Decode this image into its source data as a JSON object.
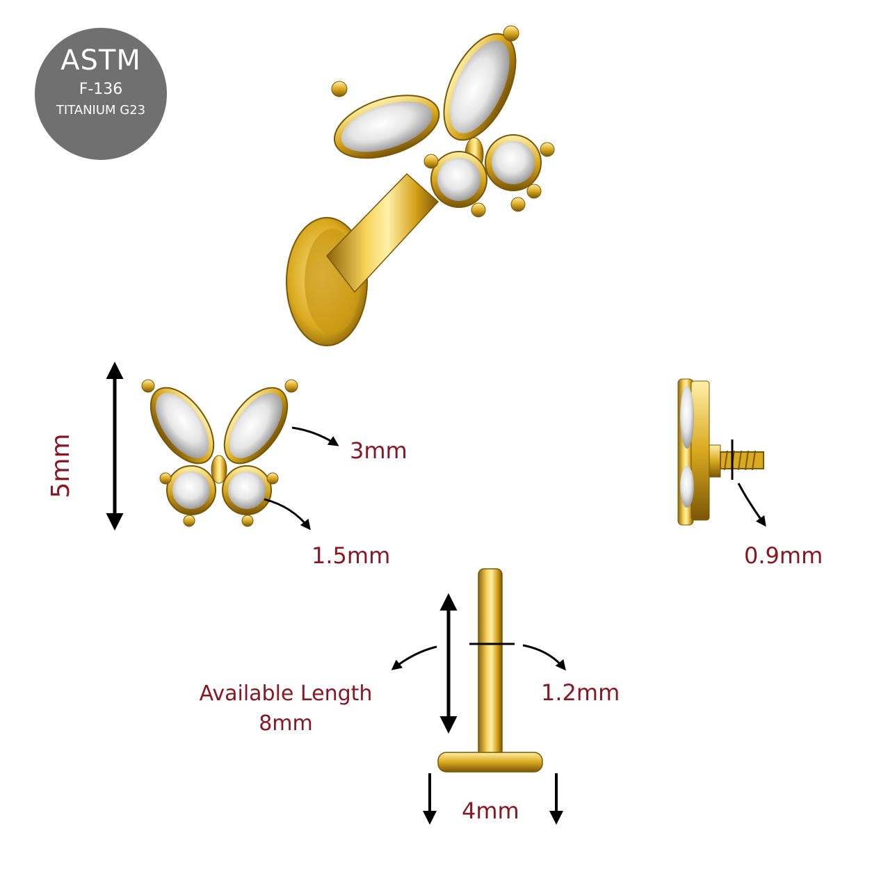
{
  "badge": {
    "line1": "ASTM",
    "line2": "F-136",
    "line3": "TITANIUM G23"
  },
  "dimensions": {
    "height": "5mm",
    "marquise": "3mm",
    "round": "1.5mm",
    "thread": "0.9mm",
    "available_length_label": "Available Length",
    "available_length_value": "8mm",
    "shaft": "1.2mm",
    "disc": "4mm"
  },
  "colors": {
    "gold": "#d4a017",
    "label": "#8a1622",
    "badge": "#707070"
  }
}
